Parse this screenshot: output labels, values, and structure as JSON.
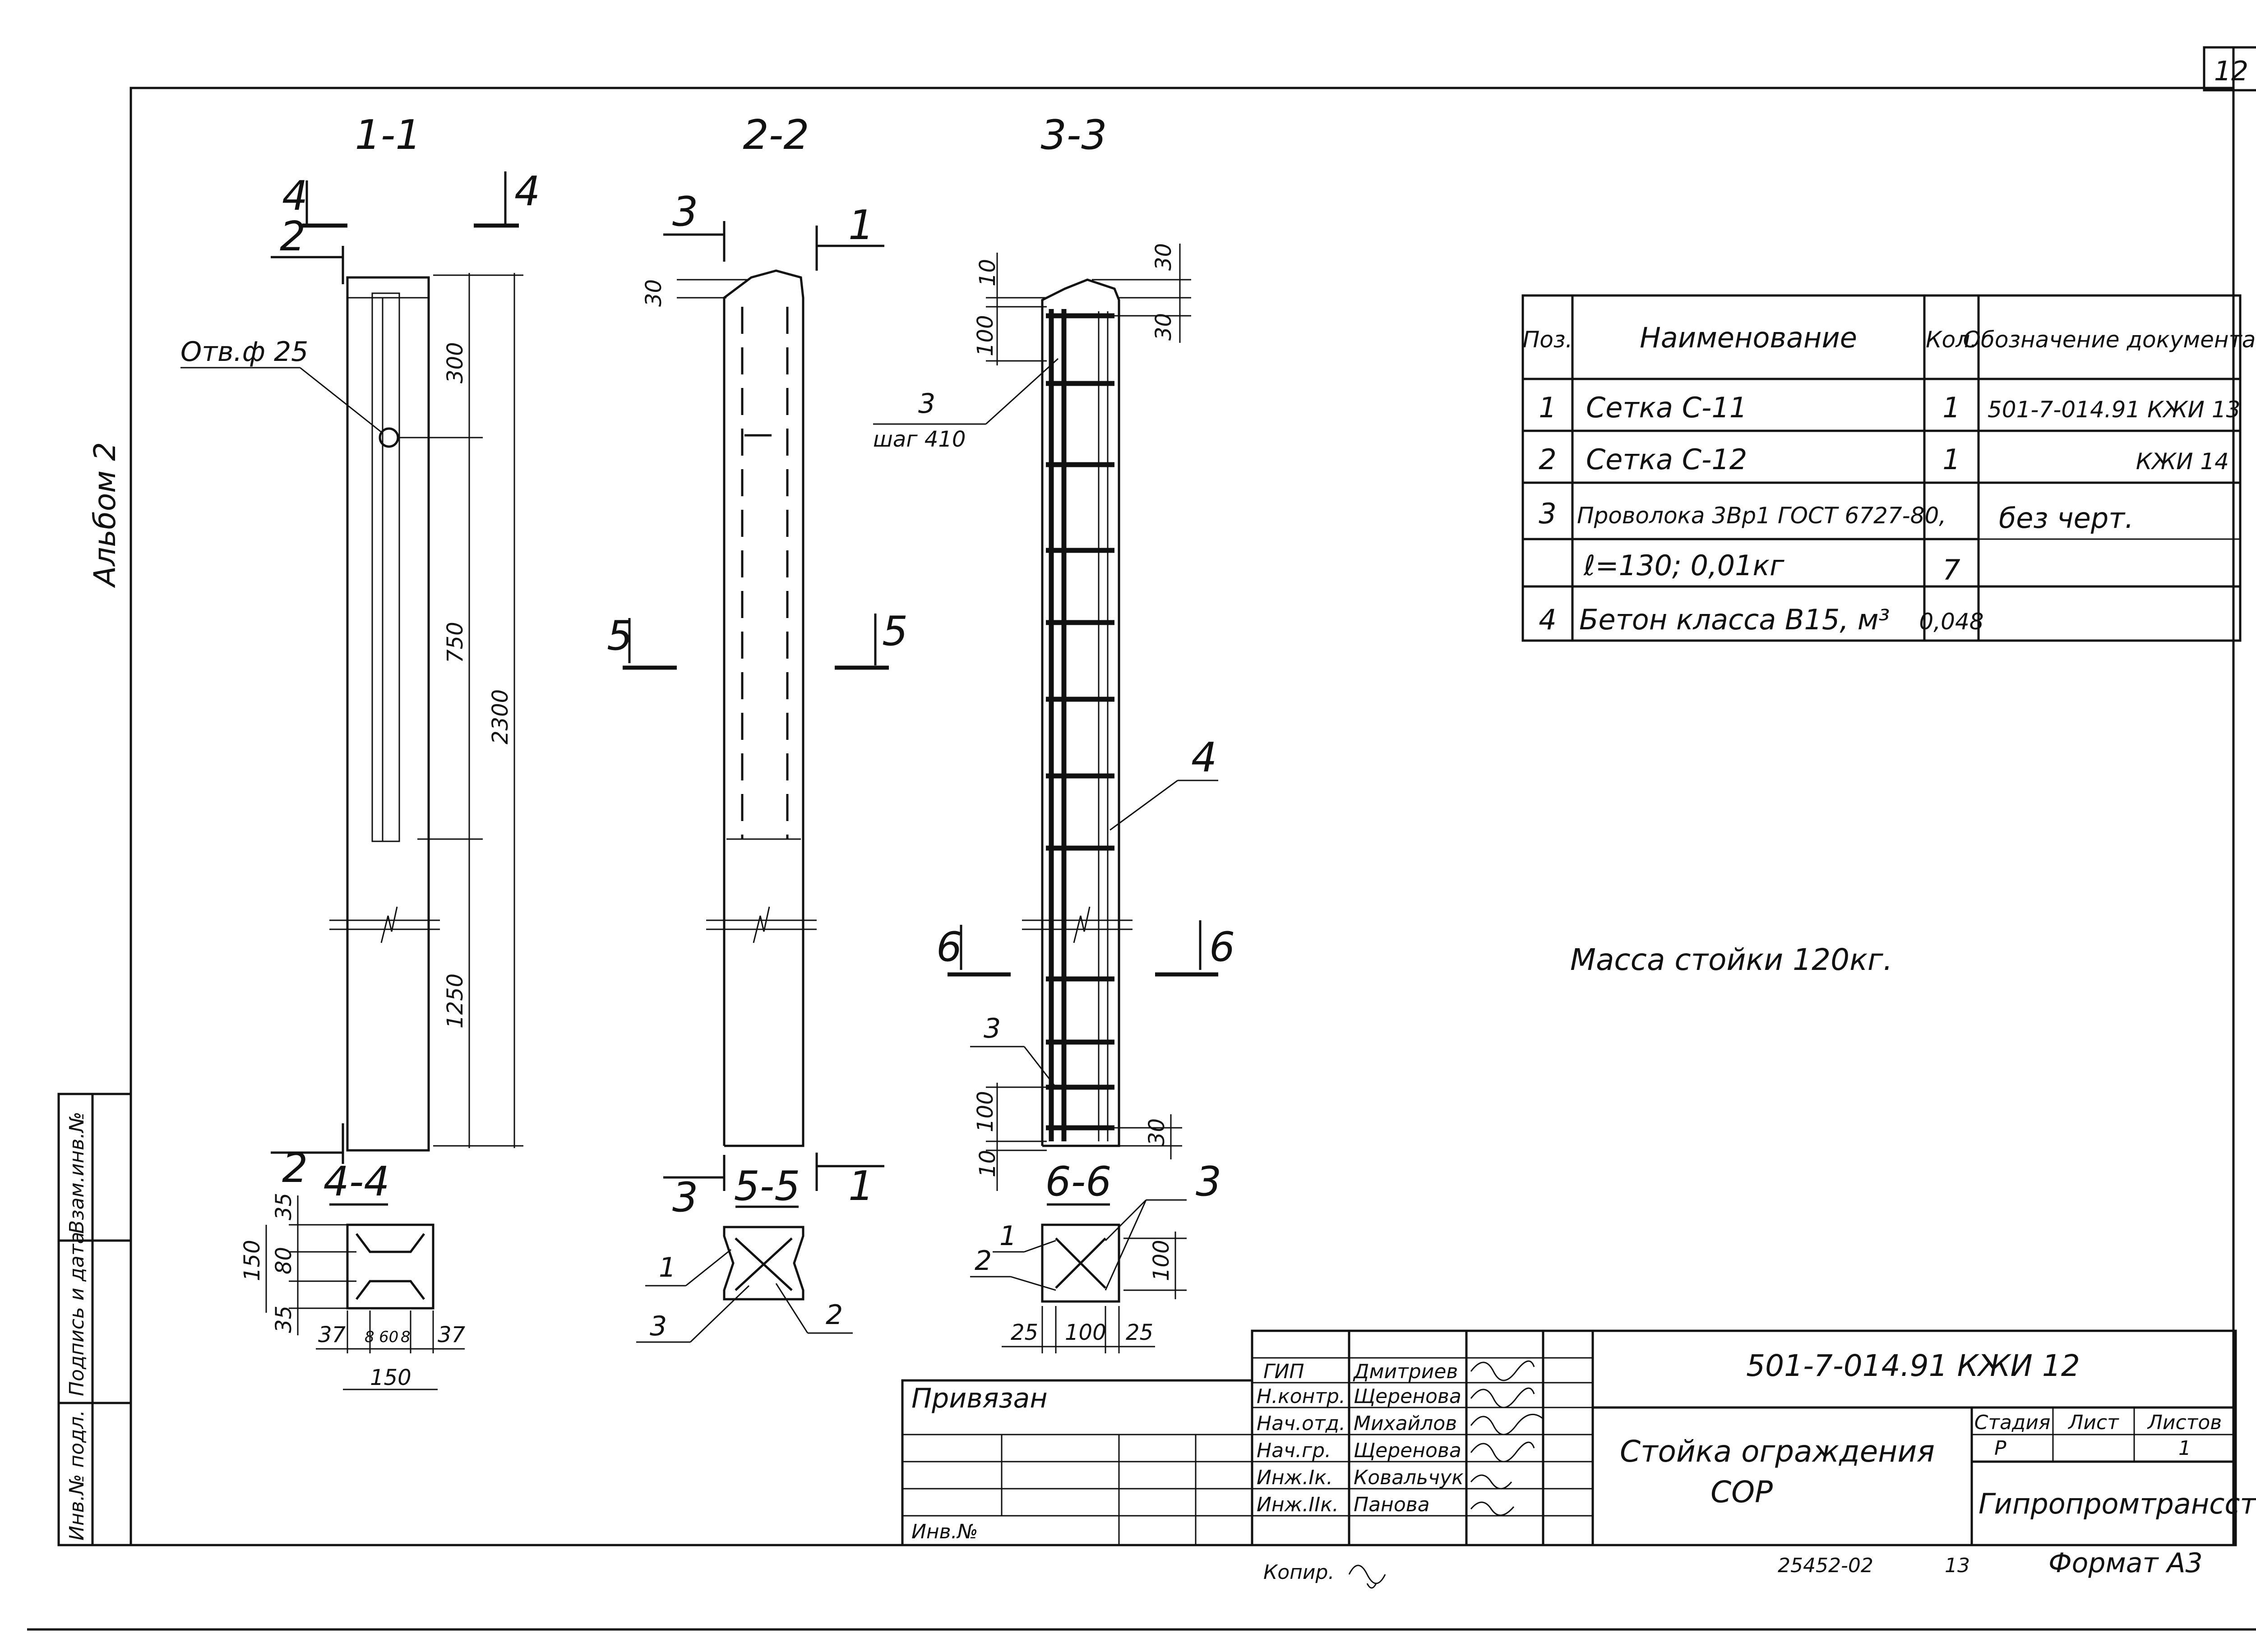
{
  "sheet": {
    "number": "12",
    "album": "Альбом 2",
    "mass_note": "Масса стойки 120кг."
  },
  "sections": {
    "s11": "1-1",
    "s22": "2-2",
    "s33": "3-3",
    "s44": "4-4",
    "s55": "5-5",
    "s66": "6-6"
  },
  "marks": {
    "m1": "1",
    "m2": "2",
    "m3": "3",
    "m4": "4",
    "m5": "5",
    "m6": "6"
  },
  "view11": {
    "hole_label": "Отв.ф 25",
    "dims": [
      "300",
      "750",
      "2300",
      "1250"
    ]
  },
  "view22": {
    "dim_top": "30"
  },
  "view33": {
    "dims": [
      "10",
      "100",
      "30",
      "30",
      "100",
      "10",
      "30"
    ],
    "callout_3a_pos": "3",
    "callout_3a_step": "шаг 410",
    "callout_4": "4",
    "callout_3b": "3"
  },
  "sec44": {
    "dims": [
      "35",
      "80",
      "35",
      "150",
      "37",
      "8",
      "60",
      "8",
      "37",
      "150"
    ]
  },
  "sec55": {
    "labels": [
      "1",
      "3",
      "2"
    ]
  },
  "sec66": {
    "labels": [
      "1",
      "2",
      "3"
    ],
    "dims": [
      "100",
      "25",
      "100",
      "25"
    ]
  },
  "spec": {
    "headers": [
      "Поз.",
      "Наименование",
      "Кол.",
      "Обозначение документа"
    ],
    "rows": [
      [
        "1",
        "Сетка С-11",
        "1",
        "501-7-014.91 КЖИ 13"
      ],
      [
        "2",
        "Сетка С-12",
        "1",
        "КЖИ 14"
      ],
      [
        "3",
        "Проволока 3Вр1 ГОСТ 6727-80,",
        "",
        "без черт."
      ],
      [
        "",
        "ℓ=130; 0,01кг",
        "7",
        ""
      ],
      [
        "4",
        "Бетон класса В15, м³",
        "0,048",
        ""
      ]
    ]
  },
  "titleblock": {
    "doc_code": "501-7-014.91 КЖИ 12",
    "title_line1": "Стойка ограждения",
    "title_line2": "СОР",
    "attached": "Привязан",
    "inv_no": "Инв.№",
    "roles": [
      "ГИП",
      "Н.контр.",
      "Нач.отд.",
      "Нач.гр.",
      "Инж.Iк.",
      "Инж.IIк."
    ],
    "names": [
      "Дмитриев",
      "Щеренова",
      "Михайлов",
      "Щеренова",
      "Ковальчук",
      "Панова"
    ],
    "stage_hdr": "Стадия",
    "sheet_hdr": "Лист",
    "sheets_hdr": "Листов",
    "stage": "Р",
    "sheets_total": "1",
    "org": "Гипропромтрансстрой",
    "copied": "Копир.",
    "archive": "25452-02",
    "archive_sheet": "13",
    "format": "Формат А3"
  },
  "sidebar": {
    "cells": [
      "Инв.№ подл.",
      "Подпись и дата",
      "Взам.инв.№"
    ]
  }
}
